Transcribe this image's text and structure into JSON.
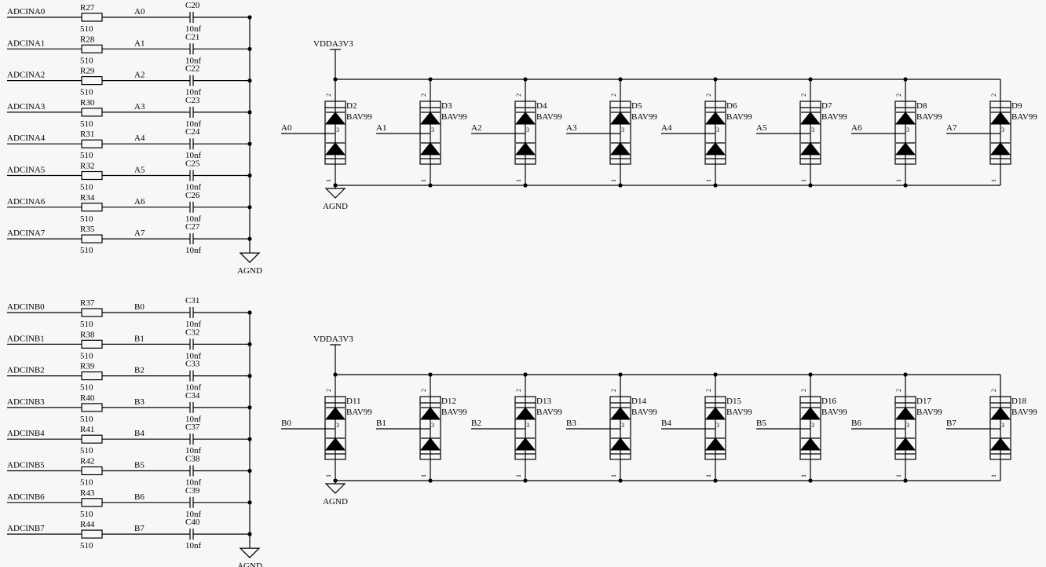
{
  "resistor_value": "510",
  "capacitor_value": "10nf",
  "ground_label": "AGND",
  "supply_label": "VDDA3V3",
  "diode_part": "BAV99",
  "pins": {
    "top": "2",
    "mid": "3",
    "bot": "1"
  },
  "rc_groups": [
    {
      "rows": [
        {
          "input": "ADCINA0",
          "resistor": "R27",
          "net": "A0",
          "capacitor": "C20"
        },
        {
          "input": "ADCINA1",
          "resistor": "R28",
          "net": "A1",
          "capacitor": "C21"
        },
        {
          "input": "ADCINA2",
          "resistor": "R29",
          "net": "A2",
          "capacitor": "C22"
        },
        {
          "input": "ADCINA3",
          "resistor": "R30",
          "net": "A3",
          "capacitor": "C23"
        },
        {
          "input": "ADCINA4",
          "resistor": "R31",
          "net": "A4",
          "capacitor": "C24"
        },
        {
          "input": "ADCINA5",
          "resistor": "R32",
          "net": "A5",
          "capacitor": "C25"
        },
        {
          "input": "ADCINA6",
          "resistor": "R34",
          "net": "A6",
          "capacitor": "C26"
        },
        {
          "input": "ADCINA7",
          "resistor": "R35",
          "net": "A7",
          "capacitor": "C27"
        }
      ]
    },
    {
      "rows": [
        {
          "input": "ADCINB0",
          "resistor": "R37",
          "net": "B0",
          "capacitor": "C31"
        },
        {
          "input": "ADCINB1",
          "resistor": "R38",
          "net": "B1",
          "capacitor": "C32"
        },
        {
          "input": "ADCINB2",
          "resistor": "R39",
          "net": "B2",
          "capacitor": "C33"
        },
        {
          "input": "ADCINB3",
          "resistor": "R40",
          "net": "B3",
          "capacitor": "C34"
        },
        {
          "input": "ADCINB4",
          "resistor": "R41",
          "net": "B4",
          "capacitor": "C37"
        },
        {
          "input": "ADCINB5",
          "resistor": "R42",
          "net": "B5",
          "capacitor": "C38"
        },
        {
          "input": "ADCINB6",
          "resistor": "R43",
          "net": "B6",
          "capacitor": "C39"
        },
        {
          "input": "ADCINB7",
          "resistor": "R44",
          "net": "B7",
          "capacitor": "C40"
        }
      ]
    }
  ],
  "diode_groups": [
    {
      "diodes": [
        {
          "ref": "D2",
          "net": "A0"
        },
        {
          "ref": "D3",
          "net": "A1"
        },
        {
          "ref": "D4",
          "net": "A2"
        },
        {
          "ref": "D5",
          "net": "A3"
        },
        {
          "ref": "D6",
          "net": "A4"
        },
        {
          "ref": "D7",
          "net": "A5"
        },
        {
          "ref": "D8",
          "net": "A6"
        },
        {
          "ref": "D9",
          "net": "A7"
        }
      ]
    },
    {
      "diodes": [
        {
          "ref": "D11",
          "net": "B0"
        },
        {
          "ref": "D12",
          "net": "B1"
        },
        {
          "ref": "D13",
          "net": "B2"
        },
        {
          "ref": "D14",
          "net": "B3"
        },
        {
          "ref": "D15",
          "net": "B4"
        },
        {
          "ref": "D16",
          "net": "B5"
        },
        {
          "ref": "D17",
          "net": "B6"
        },
        {
          "ref": "D18",
          "net": "B7"
        }
      ]
    }
  ]
}
